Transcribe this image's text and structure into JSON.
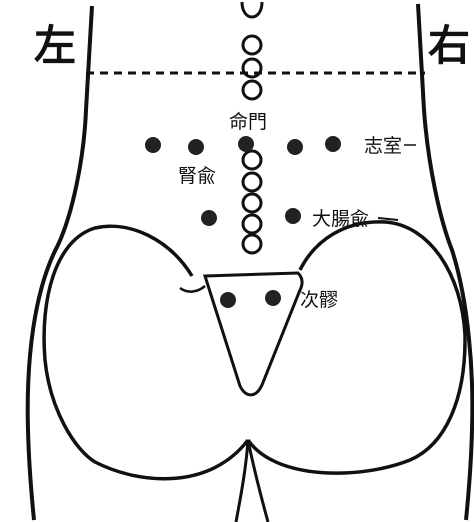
{
  "labels": {
    "left": "左",
    "right": "右",
    "mingmen": "命門",
    "shenshu": "腎兪",
    "zhishi": "志室",
    "dachangshu": "大腸兪",
    "ciliao": "次髎"
  },
  "colors": {
    "ink": "#111111",
    "point_fill": "#222222",
    "background": "#ffffff"
  }
}
